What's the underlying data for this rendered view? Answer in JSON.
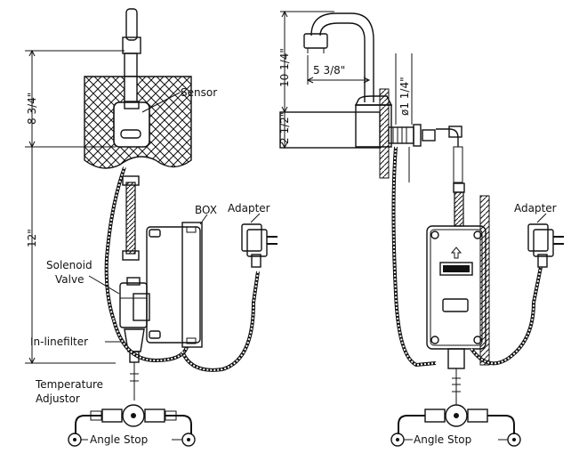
{
  "left": {
    "labels": {
      "sensor": "Sensor",
      "box": "BOX",
      "adapter": "Adapter",
      "solenoid_line1": "Solenoid",
      "solenoid_line2": "Valve",
      "inline_filter": "In-linefilter",
      "temp_line1": "Temperature",
      "temp_line2": "Adjustor",
      "angle_stop": "Angle Stop"
    },
    "dimensions": {
      "top": "8 3/4\"",
      "side": "12\""
    }
  },
  "right": {
    "labels": {
      "adapter": "Adapter",
      "angle_stop": "Angle Stop"
    },
    "dimensions": {
      "height": "10 1/4\"",
      "reach": "5 3/8\"",
      "diameter": "ø1 1/4\"",
      "base": "2 1/2\""
    }
  }
}
